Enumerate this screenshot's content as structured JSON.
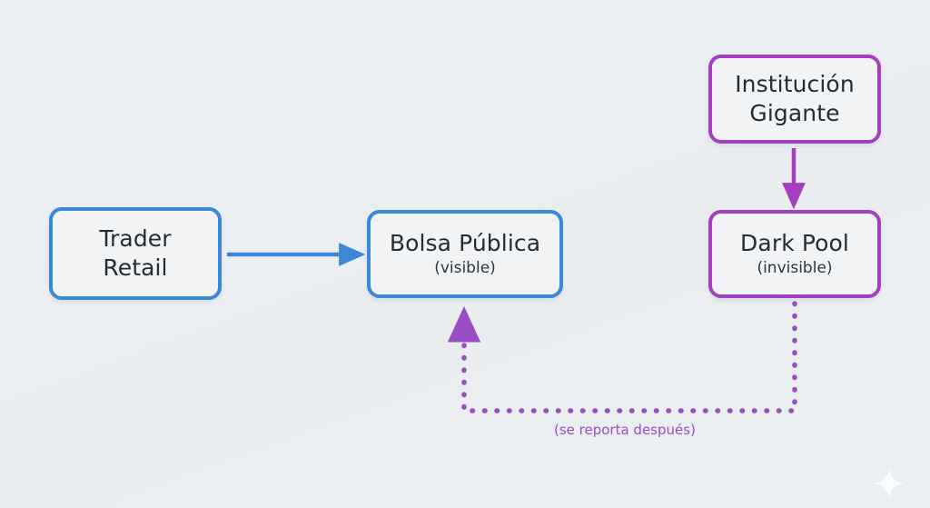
{
  "diagram": {
    "type": "flow-diagram",
    "background_color": "#eceff1",
    "nodes": [
      {
        "id": "trader-retail",
        "title": "Trader\nRetail",
        "title_line1": "Trader",
        "title_line2": "Retail",
        "subtitle": "",
        "color": "#3d87d6",
        "style": "blue"
      },
      {
        "id": "bolsa-publica",
        "title": "Bolsa Pública",
        "subtitle": "(visible)",
        "color": "#3d87d6",
        "style": "blue"
      },
      {
        "id": "institucion-gigante",
        "title": "Institución\nGigante",
        "title_line1": "Institución",
        "title_line2": "Gigante",
        "subtitle": "",
        "color": "#a33fc0",
        "style": "purple"
      },
      {
        "id": "dark-pool",
        "title": "Dark Pool",
        "subtitle": "(invisible)",
        "color": "#a33fc0",
        "style": "purple"
      }
    ],
    "edges": [
      {
        "id": "trader-to-bolsa",
        "from": "trader-retail",
        "to": "bolsa-publica",
        "style": "solid",
        "color": "#3d87d6",
        "label": ""
      },
      {
        "id": "institucion-to-darkpool",
        "from": "institucion-gigante",
        "to": "dark-pool",
        "style": "solid",
        "color": "#a33fc0",
        "label": ""
      },
      {
        "id": "darkpool-to-bolsa",
        "from": "dark-pool",
        "to": "bolsa-publica",
        "style": "dotted",
        "color": "#a33fc0",
        "label": "(se reporta después)"
      }
    ],
    "watermark": "sparkle-star"
  }
}
